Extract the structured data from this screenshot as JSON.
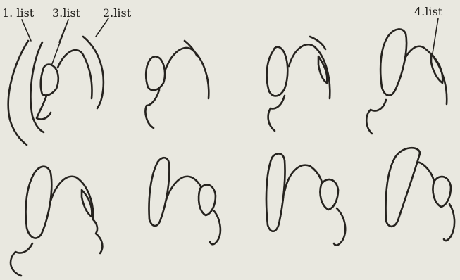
{
  "labels": {
    "list1": "1. list",
    "list3": "3.list",
    "list2": "2.list",
    "list4": "4.list"
  },
  "colors": {
    "paper": "#e9e8e0",
    "ink": "#26231f"
  }
}
